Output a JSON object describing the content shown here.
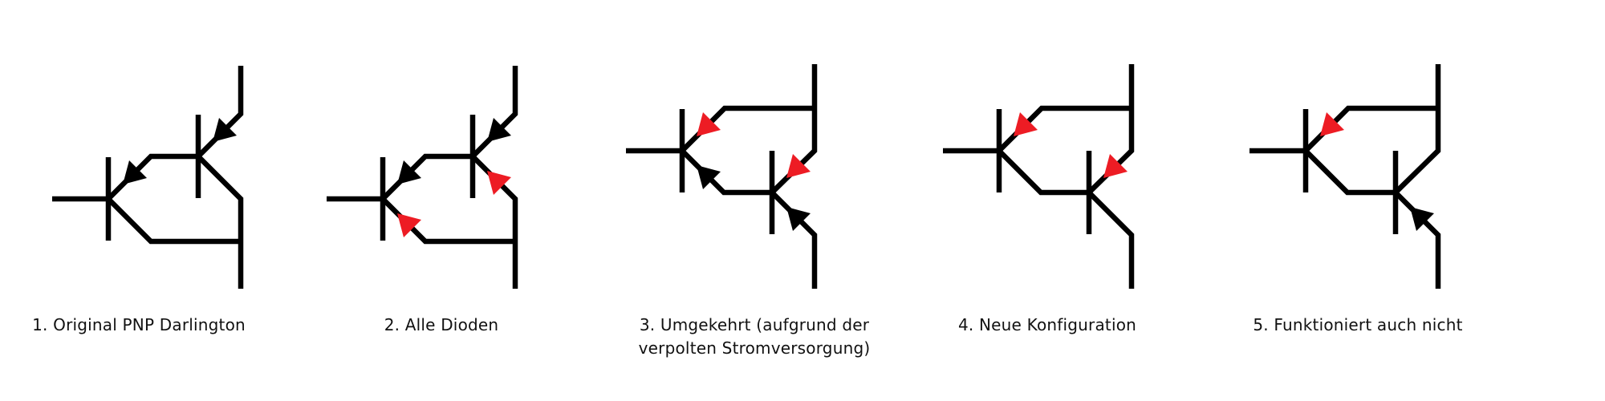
{
  "colors": {
    "wire": "#000000",
    "arrow_red": "#ed1c24",
    "arrow_black": "#000000",
    "background": "#ffffff",
    "text": "#111111"
  },
  "diagrams": [
    {
      "id": "1",
      "lines": [
        "1. Original PNP Darlington"
      ],
      "arrows": [
        {
          "position": "t1-upper-diagonal",
          "color": "black",
          "points": "toward-base"
        },
        {
          "position": "t2-upper-diagonal",
          "color": "black",
          "points": "toward-base"
        }
      ]
    },
    {
      "id": "2",
      "lines": [
        "2. Alle Dioden"
      ],
      "arrows": [
        {
          "position": "t1-upper-diagonal",
          "color": "black",
          "points": "toward-base"
        },
        {
          "position": "t2-upper-diagonal",
          "color": "black",
          "points": "toward-base"
        },
        {
          "position": "t1-lower-diagonal",
          "color": "red",
          "points": "toward-base"
        },
        {
          "position": "t2-lower-diagonal",
          "color": "red",
          "points": "toward-base"
        }
      ]
    },
    {
      "id": "3",
      "lines": [
        "3. Umgekehrt (aufgrund der",
        "verpolten Stromversorgung)"
      ],
      "arrows": [
        {
          "position": "t1-upper-diagonal",
          "color": "red",
          "points": "toward-base"
        },
        {
          "position": "t1-lower-diagonal",
          "color": "black",
          "points": "toward-base"
        },
        {
          "position": "t2-upper-diagonal",
          "color": "red",
          "points": "toward-base"
        },
        {
          "position": "t2-lower-diagonal",
          "color": "black",
          "points": "toward-base"
        }
      ]
    },
    {
      "id": "4",
      "lines": [
        "4. Neue Konfiguration"
      ],
      "arrows": [
        {
          "position": "t1-upper-diagonal",
          "color": "red",
          "points": "toward-base"
        },
        {
          "position": "t2-upper-diagonal",
          "color": "red",
          "points": "toward-base"
        }
      ]
    },
    {
      "id": "5",
      "lines": [
        "5. Funktioniert auch nicht"
      ],
      "arrows": [
        {
          "position": "t1-upper-diagonal",
          "color": "red",
          "points": "toward-base"
        },
        {
          "position": "t2-lower-diagonal",
          "color": "black",
          "points": "toward-base"
        }
      ]
    }
  ]
}
